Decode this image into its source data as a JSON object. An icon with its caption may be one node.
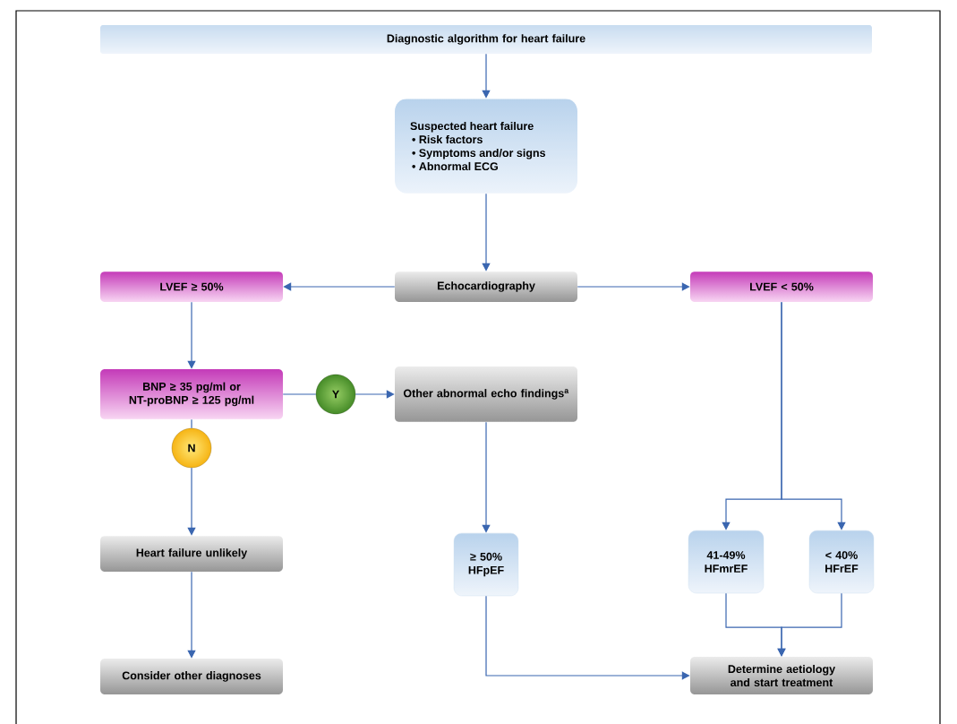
{
  "diagram": {
    "nodes": [
      {
        "text": [
          "Diagnostic algorithm for heart failure"
        ]
      },
      {
        "text": [
          "Suspected heart failure",
          "• Risk factors",
          "• Symptoms and/or signs",
          "• Abnormal ECG"
        ]
      },
      {
        "text": [
          "Echocardiography"
        ]
      },
      {
        "text": [
          "LVEF ≥ 50%"
        ]
      },
      {
        "text": [
          "LVEF < 50%"
        ]
      },
      {
        "text": [
          "BNP ≥ 35 pg/ml or NT-proBNP ≥ 125 pg/ml"
        ]
      },
      {
        "text": [
          "Y"
        ]
      },
      {
        "text": [
          "Other abnormal echo findings$^{a}$"
        ]
      },
      {
        "text": [
          "N"
        ]
      },
      {
        "text": [
          "Heart failure unlikely"
        ]
      },
      {
        "text": [
          "Consider other diagnoses"
        ]
      },
      {
        "text": [
          "≥ 50% HFpEF"
        ]
      },
      {
        "text": [
          "41-49% HFmrEF"
        ]
      },
      {
        "text": [
          "< 40% HFrEF"
        ]
      },
      {
        "text": [
          "Determine aetiology and start treatment"
        ]
      }
    ],
    "edges": [
      {
        "from": 0,
        "to": 1,
        "arrow": "to"
      },
      {
        "from": 1,
        "to": 2,
        "arrow": "to"
      },
      {
        "from": 2,
        "to": 3,
        "arrow": "to"
      },
      {
        "from": 2,
        "to": 4,
        "arrow": "to"
      },
      {
        "from": 3,
        "to": 5,
        "arrow": "to"
      },
      {
        "from": 5,
        "to": 6,
        "arrow": "none"
      },
      {
        "from": 6,
        "to": 7,
        "arrow": "to"
      },
      {
        "from": 5,
        "to": 8,
        "arrow": "none"
      },
      {
        "from": 8,
        "to": 9,
        "arrow": "to"
      },
      {
        "from": 9,
        "to": 10,
        "arrow": "to"
      },
      {
        "from": 7,
        "to": 11,
        "arrow": "to"
      },
      {
        "from": 4,
        "to": 12,
        "arrow": "to"
      },
      {
        "from": 4,
        "to": 13,
        "arrow": "to"
      },
      {
        "from": 11,
        "to": 14,
        "arrow": "to"
      },
      {
        "from": 12,
        "to": 14,
        "arrow": "to"
      },
      {
        "from": 13,
        "to": 14,
        "arrow": "to"
      }
    ]
  }
}
